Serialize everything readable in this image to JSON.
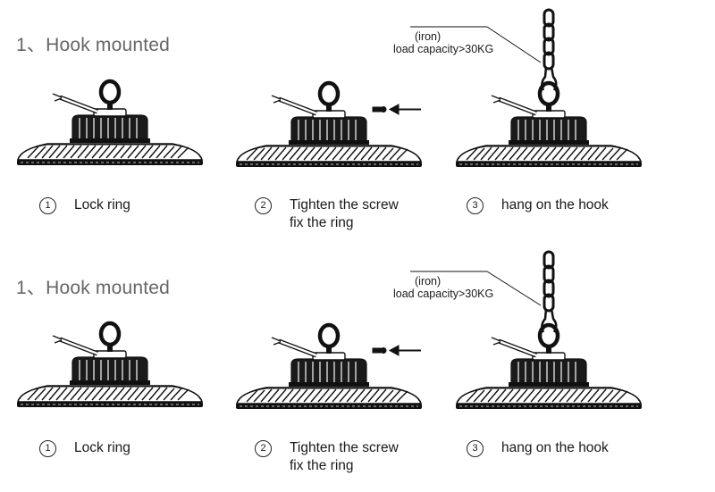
{
  "panels": [
    {
      "title": "1、Hook mounted",
      "note": {
        "line1": "(iron)",
        "line2": "load capacity>30KG"
      },
      "steps": [
        {
          "num": "1",
          "line1": "Lock ring",
          "line2": ""
        },
        {
          "num": "2",
          "line1": "Tighten the screw",
          "line2": "fix the ring"
        },
        {
          "num": "3",
          "line1": "hang on the hook",
          "line2": ""
        }
      ]
    },
    {
      "title": "1、Hook mounted",
      "note": {
        "line1": "(iron)",
        "line2": "load capacity>30KG"
      },
      "steps": [
        {
          "num": "1",
          "line1": "Lock ring",
          "line2": ""
        },
        {
          "num": "2",
          "line1": "Tighten the screw",
          "line2": "fix the ring"
        },
        {
          "num": "3",
          "line1": "hang on the hook",
          "line2": ""
        }
      ]
    }
  ]
}
